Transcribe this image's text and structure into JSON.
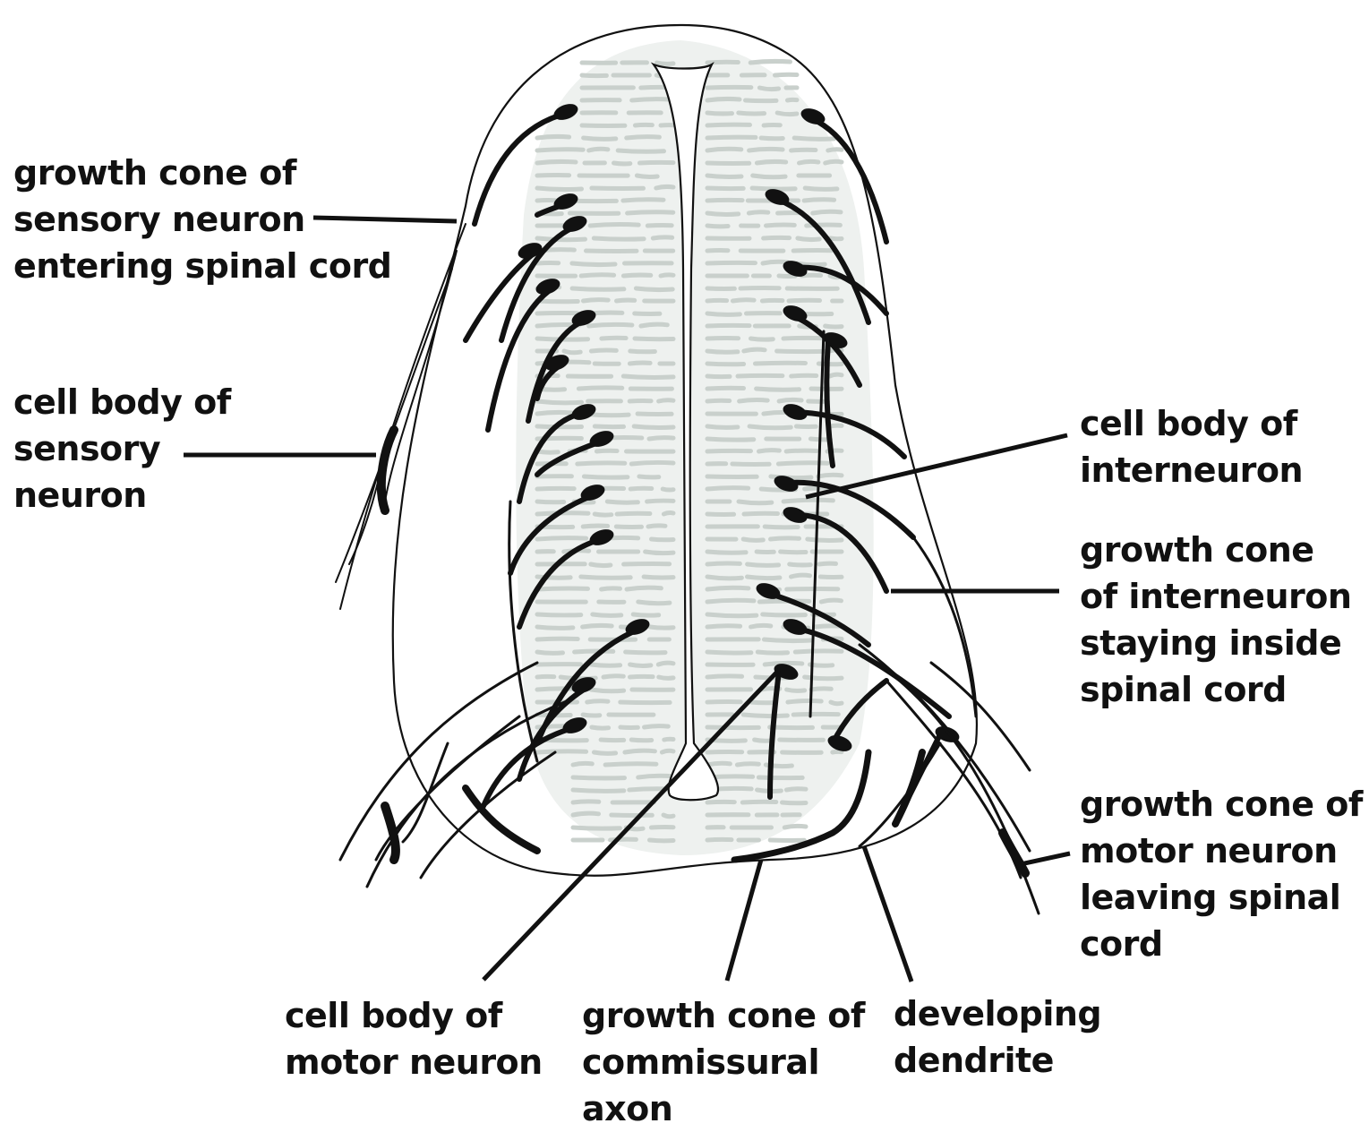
{
  "colors": {
    "ink": "#111111",
    "gray_matter": "#c9d0cc",
    "background": "#ffffff"
  },
  "labels": {
    "sensory_growth_cone": [
      "growth cone of",
      "sensory neuron",
      "entering spinal cord"
    ],
    "sensory_cell_body": [
      "cell body of",
      "sensory",
      "neuron"
    ],
    "interneuron_cell_body": [
      "cell body of",
      "interneuron"
    ],
    "interneuron_growth_cone": [
      "growth cone",
      "of interneuron",
      "staying inside",
      "spinal cord"
    ],
    "motor_growth_cone": [
      "growth cone of",
      "motor neuron",
      "leaving spinal",
      "cord"
    ],
    "motor_cell_body": [
      "cell body of",
      "motor neuron"
    ],
    "commissural_growth_cone": [
      "growth cone of",
      "commissural",
      "axon"
    ],
    "developing_dendrite": [
      "developing",
      "dendrite"
    ]
  }
}
